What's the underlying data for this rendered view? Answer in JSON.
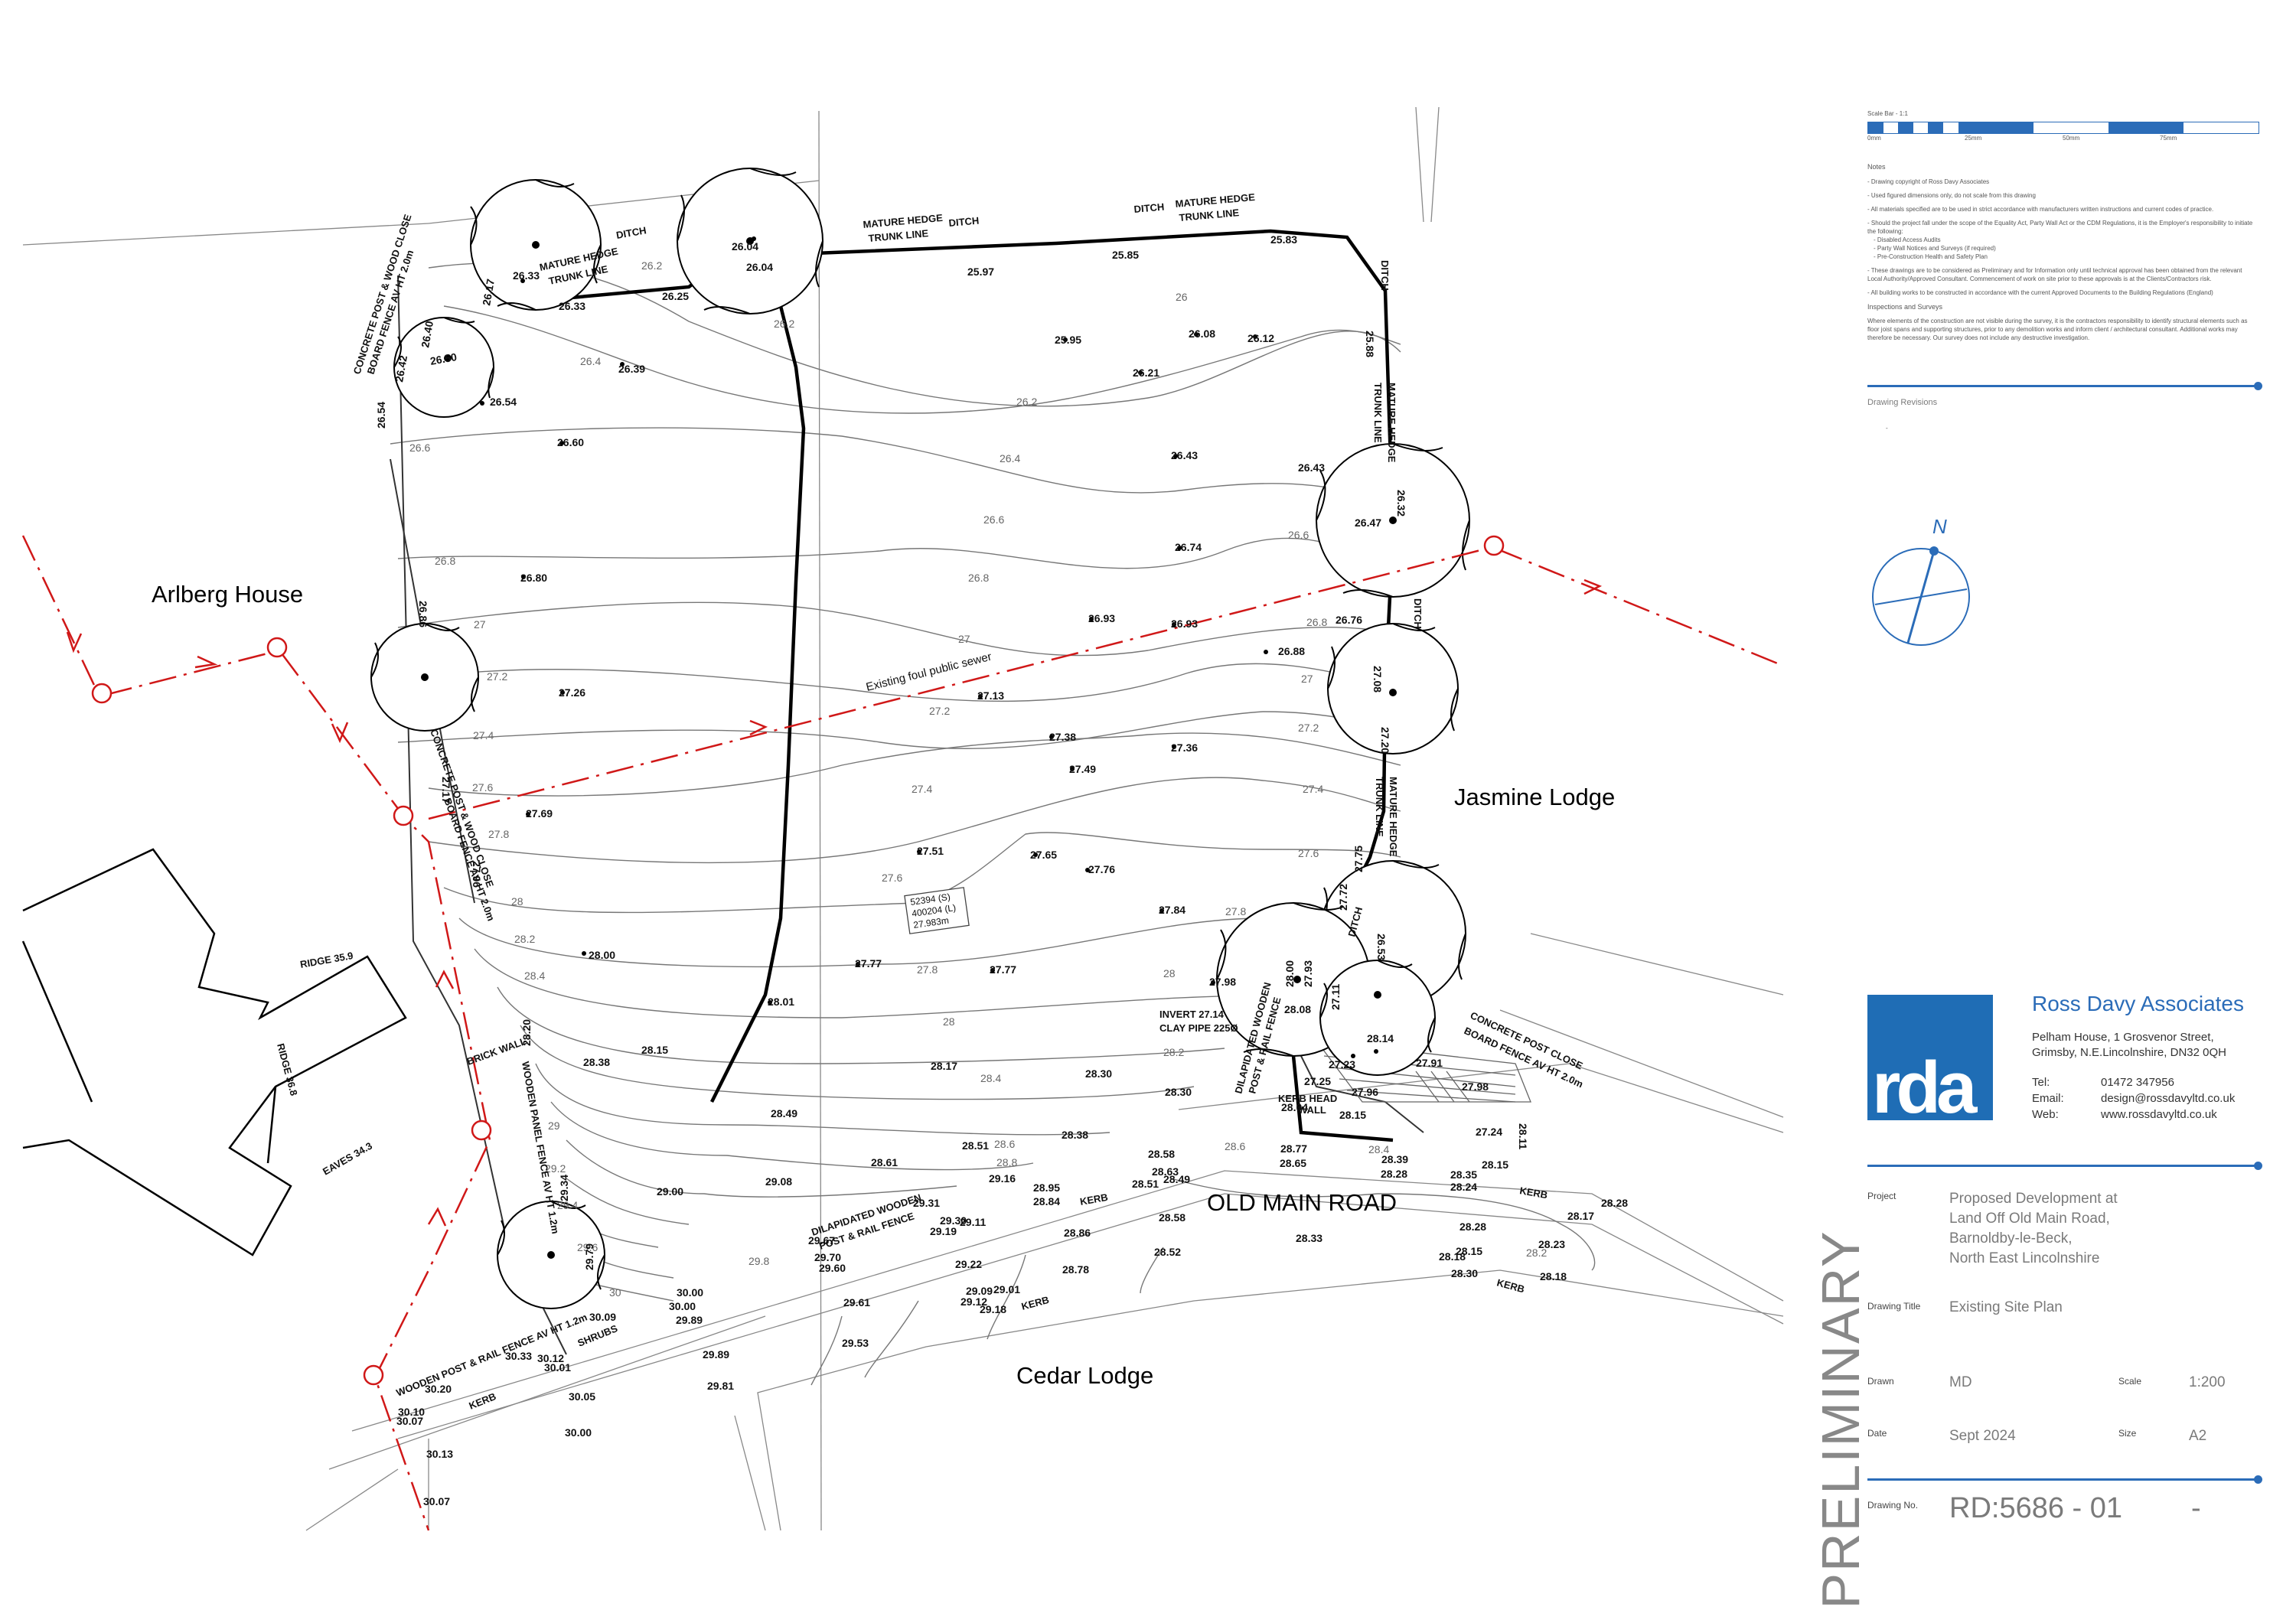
{
  "drawing": {
    "neighbours": {
      "arlberg": "Arlberg House",
      "jasmine": "Jasmine Lodge",
      "cedar": "Cedar Lodge"
    },
    "road": "OLD MAIN ROAD",
    "sewer": "Existing foul public sewer",
    "boundary_labels": {
      "ditch": "DITCH",
      "hedge_l1": "MATURE HEDGE",
      "hedge_l2": "TRUNK LINE",
      "fence_cp": "CONCRETE POST & WOOD CLOSE",
      "fence_board": "BOARD FENCE AV HT 2.0m",
      "fence_concrete": "CONCRETE POST CLOSE",
      "fence_board2": "BOARD FENCE AV HT 2.0m",
      "brick_wall": "BRICK WALL",
      "wooden_panel": "WOODEN PANEL FENCE AV HT 1.2m",
      "dilap1": "DILAPIDATED WOODEN",
      "dilap2": "POST & RAIL FENCE",
      "wooden_rail": "WOODEN POST & RAIL FENCE AV HT 1.2m",
      "shrubs": "SHRUBS",
      "kerb": "KERB",
      "invert": "INVERT 27.14",
      "clay": "CLAY PIPE 225Ø",
      "kerb_head": "KERB HEAD",
      "wall": "WALL",
      "ridge1": "RIDGE 35.9",
      "ridge2": "RIDGE 36.8",
      "eaves": "EAVES 34.3"
    },
    "contours": [
      "26.2",
      "26",
      "26.2",
      "26.4",
      "26.2",
      "26.6",
      "26.4",
      "26.6",
      "26.6",
      "26.8",
      "26.8",
      "26.8",
      "27",
      "27",
      "27",
      "27.2",
      "27.2",
      "27.2",
      "27.4",
      "27.4",
      "27.4",
      "27.6",
      "27.6",
      "27.6",
      "27.8",
      "27.8",
      "27.8",
      "28",
      "28",
      "28",
      "28.2",
      "28.2",
      "28.4",
      "28.4",
      "28.6",
      "28.6",
      "28.8",
      "29",
      "29.2",
      "29.4",
      "29.6",
      "29.8",
      "30",
      "28.2",
      "28.4"
    ],
    "spot_levels": [
      "26.33",
      "26.04",
      "26.04",
      "26.25",
      "26.33",
      "25.97",
      "25.85",
      "25.83",
      "25.95",
      "26.08",
      "26.12",
      "26.39",
      "26.21",
      "26.54",
      "26.60",
      "26.43",
      "26.43",
      "26.80",
      "26.74",
      "26.93",
      "26.93",
      "26.88",
      "26.76",
      "27.26",
      "27.13",
      "27.38",
      "27.36",
      "27.49",
      "27.69",
      "27.51",
      "27.65",
      "27.76",
      "27.84",
      "27.77",
      "27.77",
      "28.00",
      "28.01",
      "27.98",
      "28.15",
      "28.38",
      "28.17",
      "28.30",
      "28.30",
      "28.49",
      "28.38",
      "28.51",
      "28.61",
      "29.08",
      "29.00",
      "28.58",
      "28.77",
      "28.65",
      "28.39",
      "28.28",
      "28.15",
      "28.35",
      "28.24",
      "28.28",
      "28.17",
      "28.23",
      "28.28",
      "28.15",
      "28.18",
      "28.18",
      "28.30",
      "28.33",
      "28.52",
      "28.58",
      "28.86",
      "28.78",
      "28.84",
      "28.95",
      "28.63",
      "28.51",
      "28.49",
      "29.16",
      "29.31",
      "29.30",
      "29.19",
      "29.11",
      "29.22",
      "29.09",
      "29.01",
      "29.12",
      "29.18",
      "29.67",
      "29.70",
      "29.60",
      "29.61",
      "29.53",
      "30.00",
      "30.00",
      "29.89",
      "29.89",
      "29.81",
      "30.09",
      "30.12",
      "30.01",
      "30.33",
      "30.05",
      "30.00",
      "30.13",
      "30.07",
      "30.20",
      "30.10",
      "30.07",
      "26.54",
      "26.86",
      "27.17",
      "27.96",
      "28.20",
      "29.34",
      "29.79",
      "26.17",
      "26.42",
      "26.50",
      "26.40",
      "25.88",
      "26.32",
      "26.47",
      "27.08",
      "27.20",
      "26.53",
      "27.75",
      "27.72",
      "28.00",
      "27.93",
      "28.08",
      "27.11",
      "28.14",
      "27.23",
      "27.96",
      "27.98",
      "27.24",
      "28.11",
      "28.04",
      "28.15",
      "27.91",
      "27.25"
    ],
    "manhole_tag": [
      "52394 (S)",
      "400204 (L)",
      "27.983m"
    ]
  },
  "titleblock": {
    "scalebar": {
      "title": "Scale Bar - 1:1",
      "ticks": [
        "0mm",
        "25mm",
        "50mm",
        "75mm"
      ]
    },
    "notes_title": "Notes",
    "notes": [
      "- Drawing copyright of Ross Davy Associates",
      "- Used figured dimensions only, do not scale from this drawing",
      "- All materials specified are to be used in strict accordance with manufacturers written instructions and current codes of practice.",
      "- Should the project fall under the scope of the Equality Act, Party Wall Act or the CDM Regulations, it is the Employer's responsibility to initiate the following:",
      "- Disabled Access Audits",
      "- Party Wall Notices and Surveys (if required)",
      "- Pre-Construction Health and Safety Plan",
      "- These drawings are to be considered as Preliminary and for Information only until technical approval has been obtained from the relevant Local Authority/Approved Consultant. Commencement of work on site prior to these approvals is at the Clients/Contractors risk.",
      "- All building works to be constructed in accordance with the current Approved Documents to the Building Regulations (England)"
    ],
    "inspections_title": "Inspections and Surveys",
    "inspections_text": "Where elements of the construction are not visible during the survey, it is the contractors responsibility to identify structural elements such as floor joist spans and supporting structures, prior to any demolition works and inform client / architectural consultant. Additional works may therefore be necessary. Our survey does not include any destructive investigation.",
    "revisions_title": "Drawing Revisions",
    "revision_mark": "-",
    "north": "N",
    "company": {
      "name": "Ross Davy Associates",
      "logo": "rda",
      "address1": "Pelham House, 1 Grosvenor Street,",
      "address2": "Grimsby, N.E.Lincolnshire, DN32 0QH",
      "tel_label": "Tel:",
      "tel": "01472 347956",
      "email_label": "Email:",
      "email": "design@rossdavyltd.co.uk",
      "web_label": "Web:",
      "web": "www.rossdavyltd.co.uk"
    },
    "status": "PRELIMINARY",
    "project_label": "Project",
    "project": [
      "Proposed Development at",
      "Land Off Old Main Road,",
      "Barnoldby-le-Beck,",
      "North East Lincolnshire"
    ],
    "title_label": "Drawing Title",
    "title": "Existing Site Plan",
    "drawn_label": "Drawn",
    "drawn": "MD",
    "scale_label": "Scale",
    "scale": "1:200",
    "date_label": "Date",
    "date": "Sept 2024",
    "size_label": "Size",
    "size": "A2",
    "no_label": "Drawing No.",
    "no": "RD:5686 - 01",
    "rev": "-"
  }
}
